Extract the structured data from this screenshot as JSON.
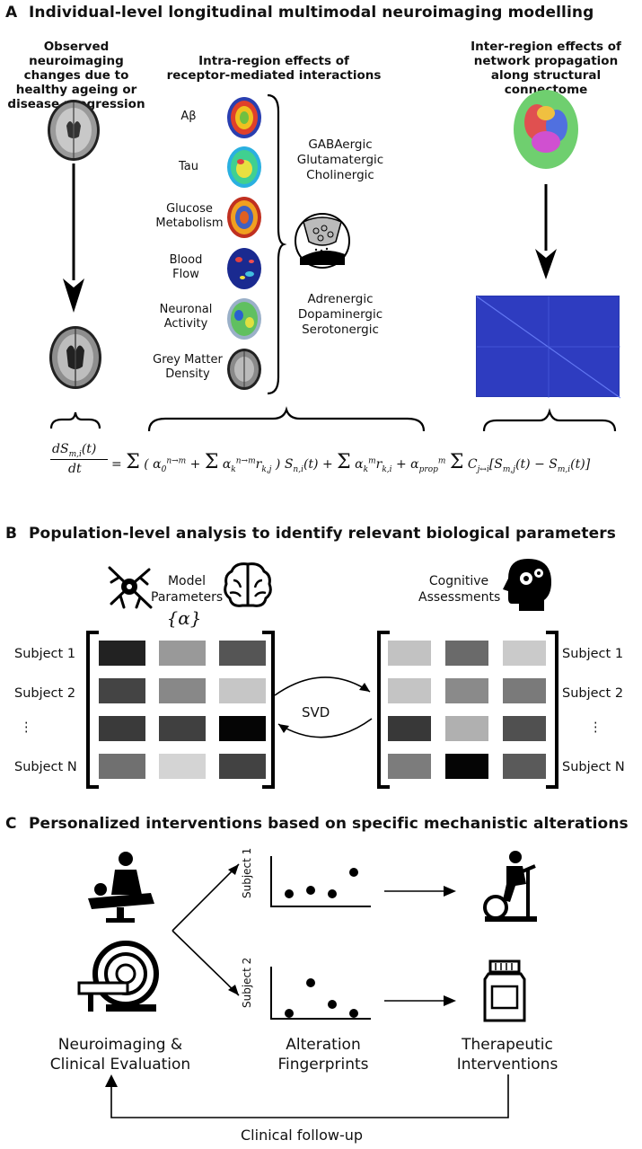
{
  "sectionA": {
    "letter": "A",
    "title": "Individual-level longitudinal multimodal neuroimaging modelling",
    "col1_title": [
      "Observed neuroimaging",
      "changes due to",
      "healthy ageing or",
      "disease progression"
    ],
    "col2_title": [
      "Intra-region effects of",
      "receptor-mediated interactions"
    ],
    "col3_title": [
      "Inter-region effects of",
      "network propagation",
      "along structural connectome"
    ],
    "tracers": [
      {
        "lines": [
          "Aβ"
        ]
      },
      {
        "lines": [
          "Tau"
        ]
      },
      {
        "lines": [
          "Glucose",
          "Metabolism"
        ]
      },
      {
        "lines": [
          "Blood",
          "Flow"
        ]
      },
      {
        "lines": [
          "Neuronal",
          "Activity"
        ]
      },
      {
        "lines": [
          "Grey Matter",
          "Density"
        ]
      }
    ],
    "receptors_top": [
      "GABAergic",
      "Glutamatergic",
      "Cholinergic"
    ],
    "receptors_bottom": [
      "Adrenergic",
      "Dopaminergic",
      "Serotonergic"
    ]
  },
  "sectionB": {
    "letter": "B",
    "title": "Population-level analysis to identify relevant biological parameters",
    "left_label": [
      "Model",
      "Parameters"
    ],
    "left_symbol": "{α}",
    "right_label": [
      "Cognitive",
      "Assessments"
    ],
    "subjects": [
      "Subject 1",
      "Subject 2",
      "⋮",
      "Subject N"
    ],
    "svd_label": "SVD",
    "left_matrix": [
      [
        "#222222",
        "#999999",
        "#555555"
      ],
      [
        "#444444",
        "#888888",
        "#c6c6c6"
      ],
      [
        "#3a3a3a",
        "#404040",
        "#050505"
      ],
      [
        "#707070",
        "#d4d4d4",
        "#424242"
      ]
    ],
    "right_matrix": [
      [
        "#c2c2c2",
        "#6a6a6a",
        "#cacaca"
      ],
      [
        "#c4c4c4",
        "#8a8a8a",
        "#7a7a7a"
      ],
      [
        "#383838",
        "#b0b0b0",
        "#505050"
      ],
      [
        "#7c7c7c",
        "#050505",
        "#5a5a5a"
      ]
    ]
  },
  "sectionC": {
    "letter": "C",
    "title": "Personalized interventions based on specific mechanistic alterations",
    "subject1_label": "Subject 1",
    "subject2_label": "Subject 2",
    "left_caption": [
      "Neuroimaging &",
      "Clinical Evaluation"
    ],
    "middle_caption": [
      "Alteration",
      "Fingerprints"
    ],
    "right_caption": [
      "Therapeutic",
      "Interventions"
    ],
    "followup": "Clinical follow-up"
  }
}
